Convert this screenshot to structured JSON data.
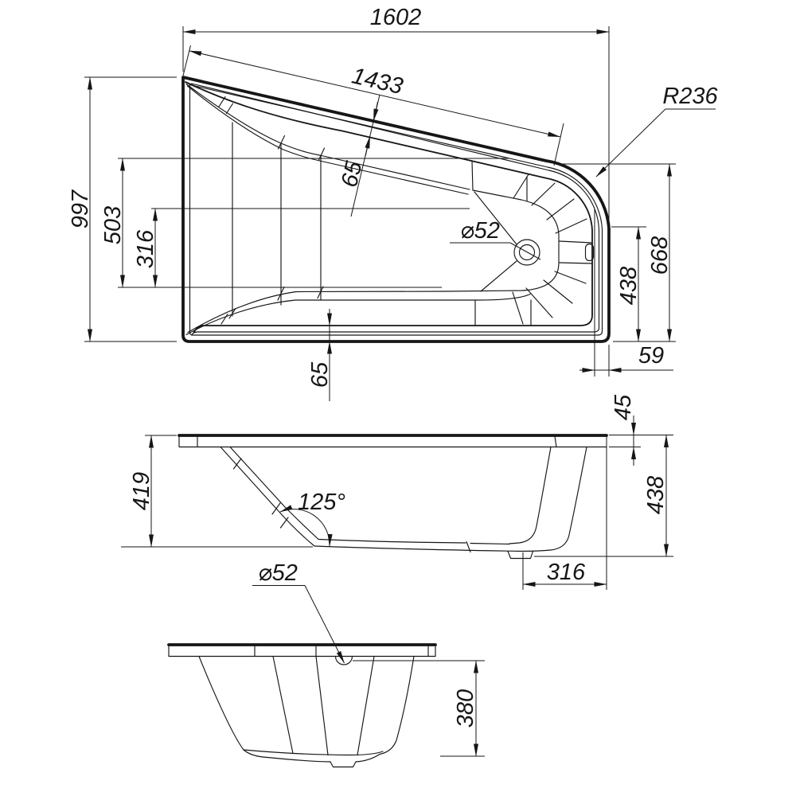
{
  "colors": {
    "line": "#161616",
    "background": "#ffffff"
  },
  "top_view": {
    "length_total": "1602",
    "length_slope": "1433",
    "corner_radius": "R236",
    "rim_width_upper": "65",
    "width_total": "997",
    "width_inner": "503",
    "width_floor": "316",
    "drain_diameter": "⌀52",
    "end_width": "668",
    "end_inner_width": "438",
    "rim_width_lower": "65",
    "edge_offset": "59"
  },
  "side_view": {
    "depth": "419",
    "slope_angle": "125°",
    "rim_height": "45",
    "total_height": "438",
    "base_length": "316"
  },
  "front_view": {
    "drain_diameter": "⌀52",
    "height": "380"
  }
}
